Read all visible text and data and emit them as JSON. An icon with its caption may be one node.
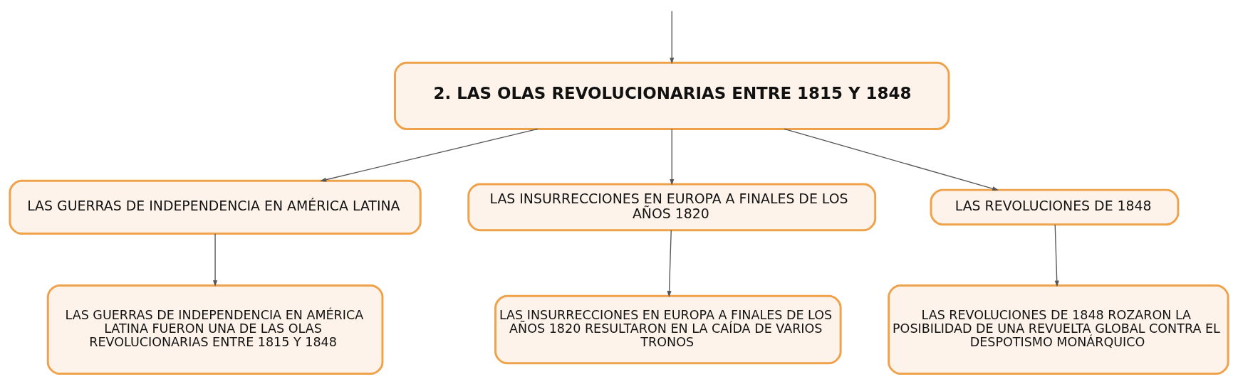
{
  "diagram": {
    "nodes": [
      {
        "text": [
          "2. LAS OLAS REVOLUCIONARIAS ENTRE 1815 Y 1848"
        ]
      },
      {
        "text": [
          "LAS GUERRAS DE INDEPENDENCIA EN AMÉRICA LATINA"
        ]
      },
      {
        "text": [
          "LAS INSURRECCIONES EN EUROPA A FINALES DE LOS AÑOS 1820"
        ]
      },
      {
        "text": [
          "LAS REVOLUCIONES DE 1848"
        ]
      },
      {
        "text": [
          "LAS GUERRAS DE INDEPENDENCIA EN AMÉRICA LATINA FUERON UNA DE LAS OLAS REVOLUCIONARIAS ENTRE 1815 Y 1848"
        ]
      },
      {
        "text": [
          "LAS INSURRECCIONES EN EUROPA A FINALES DE LOS AÑOS 1820 RESULTARON EN LA CAÍDA DE VARIOS TRONOS"
        ]
      },
      {
        "text": [
          "LAS REVOLUCIONES DE 1848 ROZARON LA POSIBILIDAD DE UNA REVUELTA GLOBAL CONTRA EL DESPOTISMO MONÁRQUICO"
        ]
      }
    ],
    "edges": [
      {
        "from": null,
        "to": 0,
        "arrow": "to"
      },
      {
        "from": 0,
        "to": 1,
        "arrow": "to"
      },
      {
        "from": 0,
        "to": 2,
        "arrow": "to"
      },
      {
        "from": 0,
        "to": 3,
        "arrow": "to"
      },
      {
        "from": 1,
        "to": 4,
        "arrow": "to"
      },
      {
        "from": 2,
        "to": 5,
        "arrow": "to"
      },
      {
        "from": 3,
        "to": 6,
        "arrow": "to"
      }
    ]
  }
}
